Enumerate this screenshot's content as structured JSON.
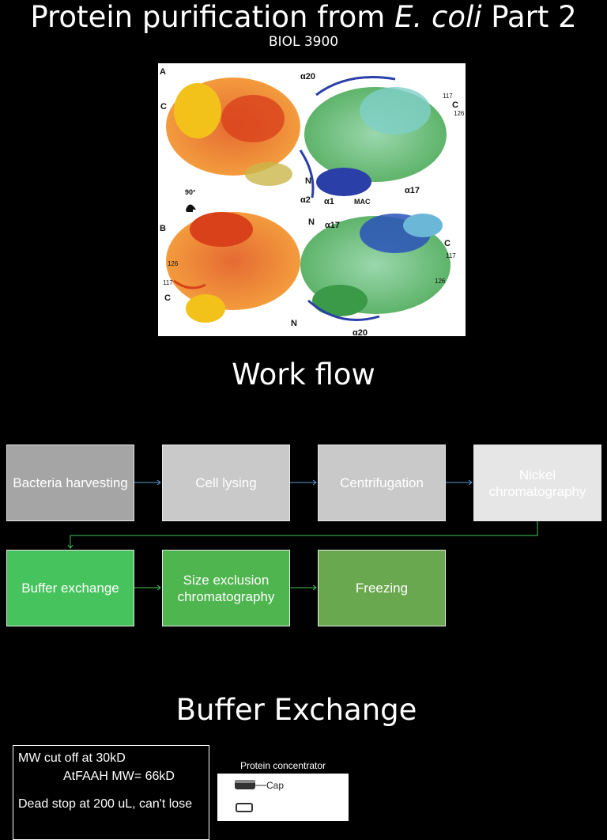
{
  "header": {
    "title_pre": "Protein purification from ",
    "title_italic": "E. coli",
    "title_post": " Part 2",
    "subtitle": "BIOL 3900"
  },
  "figure": {
    "panel_a": "A",
    "panel_b": "B",
    "rotation": "90°",
    "labels": {
      "a20_top": "α20",
      "c_left_top": "C",
      "n117_top": "117",
      "c_right_top": "C",
      "n126_top": "126",
      "n_mid": "N",
      "a2": "α2",
      "a1": "α1",
      "mac": "MAC",
      "a17_top": "α17",
      "n_b": "N",
      "a17_b": "α17",
      "c_b_right": "C",
      "n117_b_right": "117",
      "n126_b_right": "126",
      "n126_b_left": "126",
      "n117_b_left": "117",
      "c_b_left": "C",
      "n_b_bottom": "N",
      "a20_b": "α20"
    }
  },
  "workflow": {
    "heading": "Work flow",
    "steps": [
      {
        "label": "Bacteria harvesting",
        "color": "#a5a5a5"
      },
      {
        "label": "Cell lysing",
        "color": "#c9c9c9"
      },
      {
        "label": "Centrifugation",
        "color": "#c9c9c9"
      },
      {
        "label": "Nickel chromatography",
        "color": "#e6e6e6"
      },
      {
        "label": "Buffer exchange",
        "color": "#46c35c"
      },
      {
        "label": "Size exclusion chromatography",
        "color": "#4fb54e"
      },
      {
        "label": "Freezing",
        "color": "#6aa84f"
      }
    ],
    "arrow_color_top": "#5b9bd5",
    "arrow_color_bottom": "#46c35c"
  },
  "buffer_exchange": {
    "heading": "Buffer Exchange",
    "info_line1": "MW cut off at 30kD",
    "info_line2": "AtFAAH MW= 66kD",
    "info_line3": "Dead stop at 200 uL, can't lose",
    "concentrator_caption": "Protein concentrator",
    "cap_label": "Cap"
  }
}
